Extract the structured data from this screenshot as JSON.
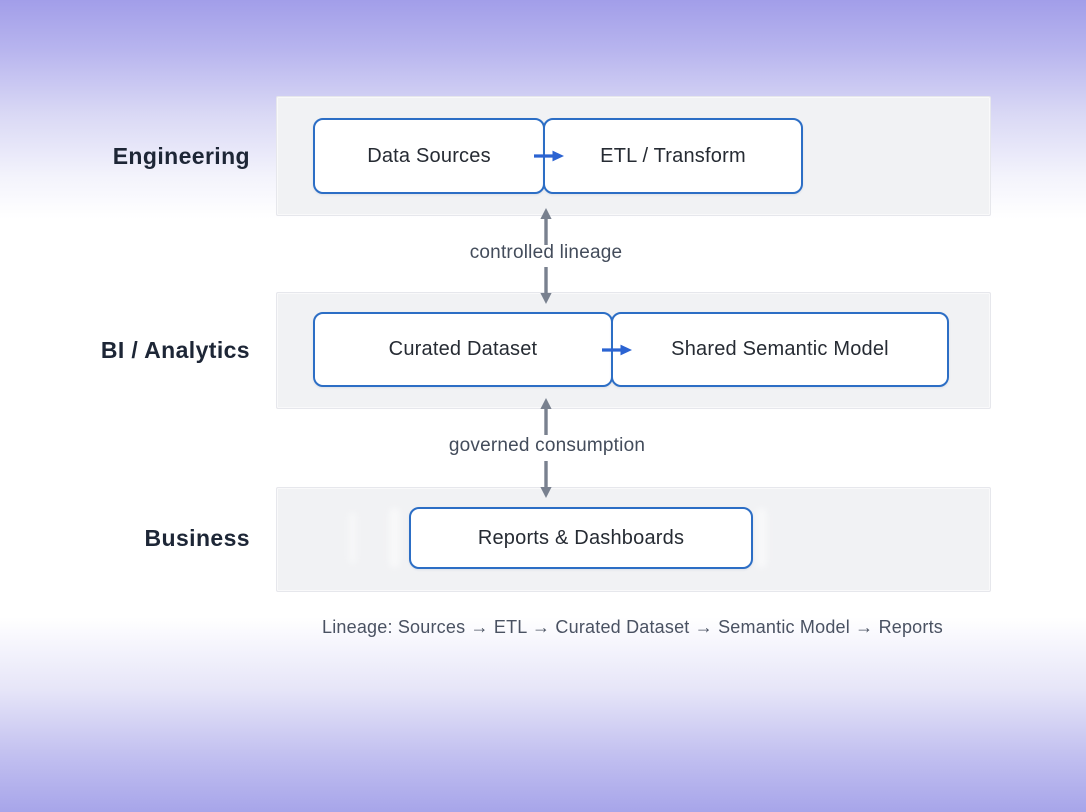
{
  "colors": {
    "accent_blue": "#2c6ec5",
    "flow_arrow_blue": "#2b63d2",
    "connector_gray": "#79818f",
    "lane_background": "#f1f2f4",
    "lane_label_text": "#1d2636",
    "node_text": "#262b33",
    "connector_label_text": "#434c5b",
    "caption_text": "#4a5262",
    "background_top": "#a29ee9",
    "background_middle": "#ffffff",
    "background_bottom": "#a7a5ea"
  },
  "lanes": [
    {
      "label": "Engineering",
      "nodes": [
        "Data Sources",
        "ETL / Transform"
      ]
    },
    {
      "label": "BI / Analytics",
      "nodes": [
        "Curated Dataset",
        "Shared Semantic Model"
      ]
    },
    {
      "label": "Business",
      "nodes": [
        "Reports & Dashboards"
      ]
    }
  ],
  "connectors": [
    {
      "label": "controlled lineage"
    },
    {
      "label": "governed consumption"
    }
  ],
  "caption": "Lineage: Sources → ETL → Curated Dataset → Semantic Model → Reports"
}
